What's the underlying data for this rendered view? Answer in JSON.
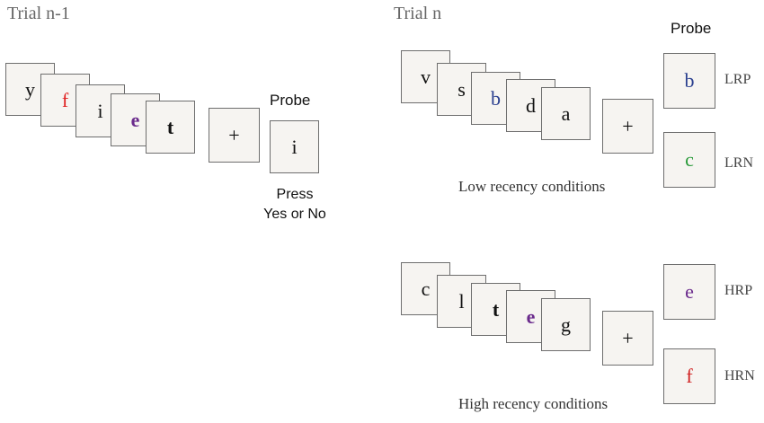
{
  "trial_prev": {
    "title": "Trial n-1",
    "study_letters": [
      {
        "text": "y",
        "color": "#111111",
        "bold": false
      },
      {
        "text": "f",
        "color": "#e02020",
        "bold": false
      },
      {
        "text": "i",
        "color": "#111111",
        "bold": false
      },
      {
        "text": "e",
        "color": "#6a2a8c",
        "bold": true
      },
      {
        "text": "t",
        "color": "#111111",
        "bold": true
      }
    ],
    "fixation": "+",
    "probe_label": "Probe",
    "probe_letter": {
      "text": "i",
      "color": "#111111"
    },
    "instruction_line1": "Press",
    "instruction_line2": "Yes or No"
  },
  "trial_n": {
    "title": "Trial n",
    "probe_label": "Probe",
    "low": {
      "study_letters": [
        {
          "text": "v",
          "color": "#111111",
          "bold": false
        },
        {
          "text": "s",
          "color": "#111111",
          "bold": false
        },
        {
          "text": "b",
          "color": "#2a3f8f",
          "bold": false
        },
        {
          "text": "d",
          "color": "#111111",
          "bold": false
        },
        {
          "text": "a",
          "color": "#111111",
          "bold": false
        }
      ],
      "fixation": "+",
      "caption": "Low recency conditions",
      "probes": [
        {
          "letter": "b",
          "color": "#2a3f8f",
          "condition": "LRP"
        },
        {
          "letter": "c",
          "color": "#2a9a3a",
          "condition": "LRN"
        }
      ]
    },
    "high": {
      "study_letters": [
        {
          "text": "c",
          "color": "#111111",
          "bold": false
        },
        {
          "text": "l",
          "color": "#111111",
          "bold": false
        },
        {
          "text": "t",
          "color": "#111111",
          "bold": true
        },
        {
          "text": "e",
          "color": "#6a2a8c",
          "bold": true
        },
        {
          "text": "g",
          "color": "#111111",
          "bold": false
        }
      ],
      "fixation": "+",
      "caption": "High recency conditions",
      "probes": [
        {
          "letter": "e",
          "color": "#6a2a8c",
          "condition": "HRP"
        },
        {
          "letter": "f",
          "color": "#d02020",
          "condition": "HRN"
        }
      ]
    }
  }
}
